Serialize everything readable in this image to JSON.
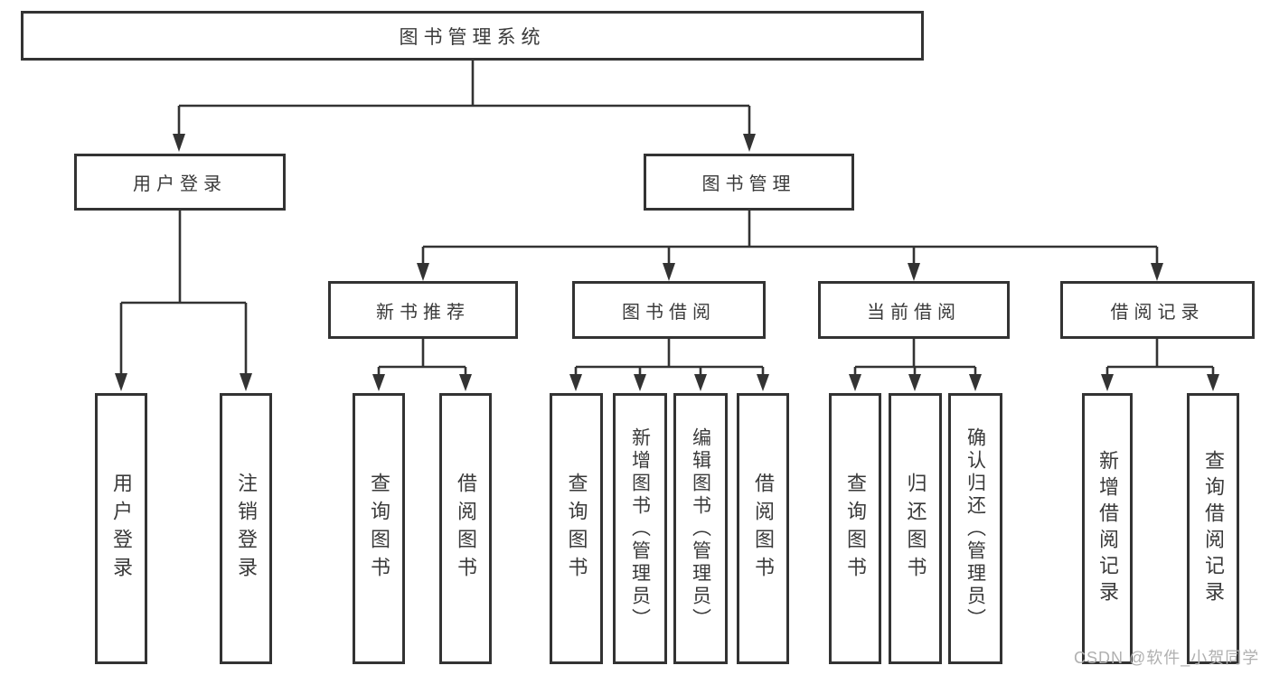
{
  "diagram": {
    "root": "图书管理系统",
    "branches": {
      "user_login": "用户登录",
      "book_management": "图书管理"
    },
    "modules": {
      "new_book_recommend": "新书推荐",
      "book_borrowing": "图书借阅",
      "current_borrowing": "当前借阅",
      "borrowing_records": "借阅记录"
    },
    "leaves": {
      "user_login": "用户登录",
      "logout": "注销登录",
      "nb_query_book": "查询图书",
      "nb_borrow_book": "借阅图书",
      "bb_query_book": "查询图书",
      "bb_add_book": "新增图书（管理员）",
      "bb_edit_book": "编辑图书（管理员）",
      "bb_borrow_book": "借阅图书",
      "cb_query_book": "查询图书",
      "cb_return_book": "归还图书",
      "cb_confirm_return": "确认归还（管理员）",
      "br_add_record": "新增借阅记录",
      "br_query_record": "查询借阅记录"
    }
  },
  "watermark": "CSDN @软件_小贺同学",
  "colors": {
    "line": "#333333",
    "text": "#3a3a3a",
    "background": "#ffffff",
    "watermark": "#b0b0b0"
  }
}
